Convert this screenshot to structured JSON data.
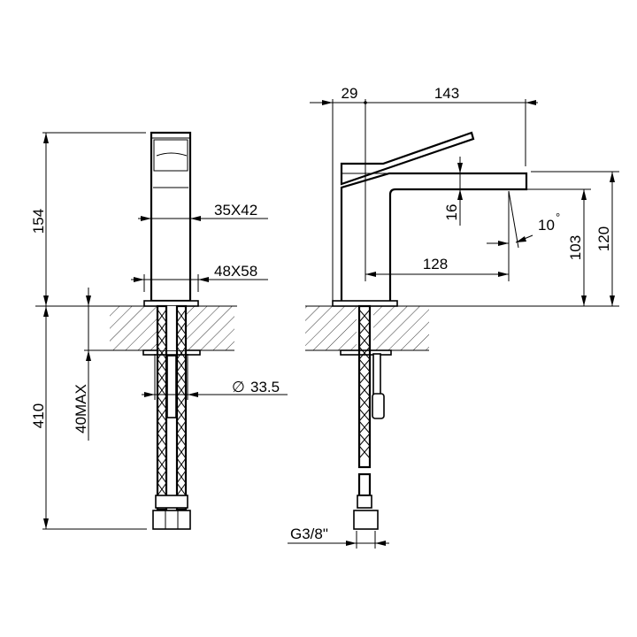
{
  "front_view": {
    "height_dim": "154",
    "hose_length_dim": "410",
    "counter_thickness_dim": "40MAX",
    "body_section_dim": "35X42",
    "base_section_dim": "48X58",
    "hole_diameter_dim": "33.5",
    "diameter_symbol": "∅"
  },
  "side_view": {
    "offset_dim": "29",
    "projection_dim": "143",
    "spout_reach_dim": "128",
    "spout_thickness_dim": "16",
    "angle_dim": "10",
    "degree_symbol": "°",
    "outlet_height_dim": "103",
    "total_height_dim": "120",
    "thread_dim": "G3/8\""
  },
  "colors": {
    "line": "#000000",
    "background": "#ffffff"
  }
}
